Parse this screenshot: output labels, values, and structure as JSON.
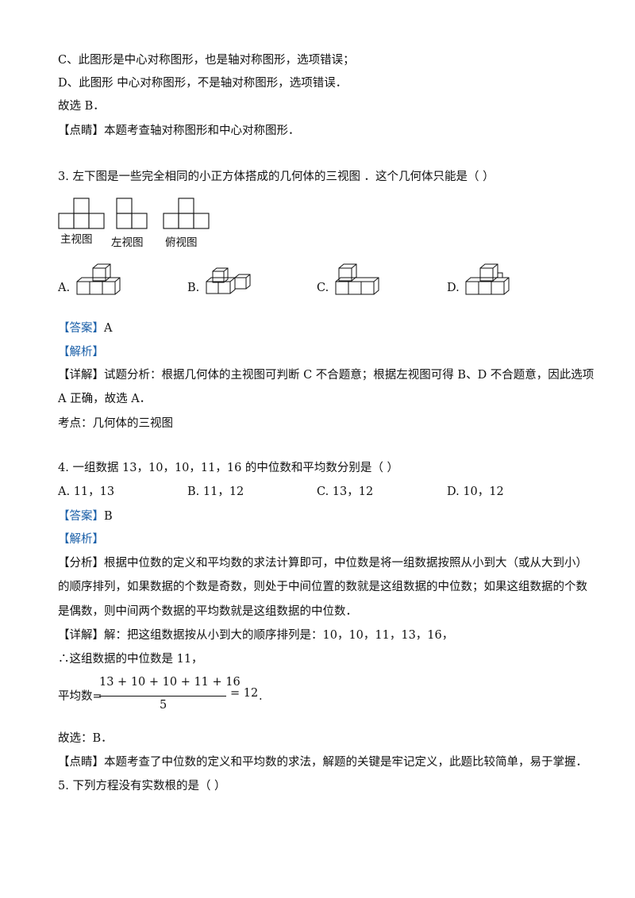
{
  "q2_tail": {
    "line_c": "C、此图形是中心对称图形，也是轴对称图形，选项错误；",
    "line_d": "D、此图形   中心对称图形，不是轴对称图形，选项错误．",
    "choose": "故选 B．",
    "comment_tag": "【点睛】",
    "comment_text": "本题考查轴对称图形和中心对称图形．"
  },
  "q3": {
    "stem": "3.  左下图是一些完全相同的小正方体搭成的几何体的三视图  ．这个几何体只能是（   ）",
    "views": {
      "front_label": "主视图",
      "left_label": "左视图",
      "top_label": "俯视图"
    },
    "options": [
      "A.",
      "B.",
      "C.",
      "D."
    ],
    "answer_tag": "【答案】",
    "answer": "A",
    "analysis_tag": "【解析】",
    "detail_tag": "【详解】",
    "detail_line1": "试题分析：根据几何体的主视图可判断 C 不合题意；根据左视图可得 B、D 不合题意，因此选项",
    "detail_line2": "A 正确，故选 A．",
    "point": "考点：几何体的三视图"
  },
  "q4": {
    "stem": "4.  一组数据 13，10，10，11，16 的中位数和平均数分别是（      ）",
    "options": [
      "A.  11，13",
      "B.  11，12",
      "C.  13，12",
      "D.  10，12"
    ],
    "answer_tag": "【答案】",
    "answer": "B",
    "analysis_tag": "【解析】",
    "analyze_tag": "【分析】",
    "analyze_line1": "根据中位数的定义和平均数的求法计算即可，中位数是将一组数据按照从小到大（或从大到小）",
    "analyze_line2": "的顺序排列，如果数据的个数是奇数，则处于中间位置的数就是这组数据的中位数；如果这组数据的个数",
    "analyze_line3": "是偶数，则中间两个数据的平均数就是这组数据的中位数．",
    "detail_tag": "【详解】",
    "detail_line1": "解：把这组数据按从小到大的顺序排列是：10，10，11，13，16，",
    "detail_line2": "∴这组数据的中位数是 11，",
    "mean_label": "平均数=",
    "numerator": "13 + 10 + 10 + 11 + 16",
    "denominator": "5",
    "result": "=  12",
    "period": ".",
    "choose": "故选：B．",
    "comment_tag": "【点睛】",
    "comment_text": "本题考查了中位数的定义和平均数的求法，解题的关键是牢记定义，此题比较简单，易于掌握．"
  },
  "q5": {
    "stem": "5.  下列方程没有实数根的是（   ）"
  }
}
